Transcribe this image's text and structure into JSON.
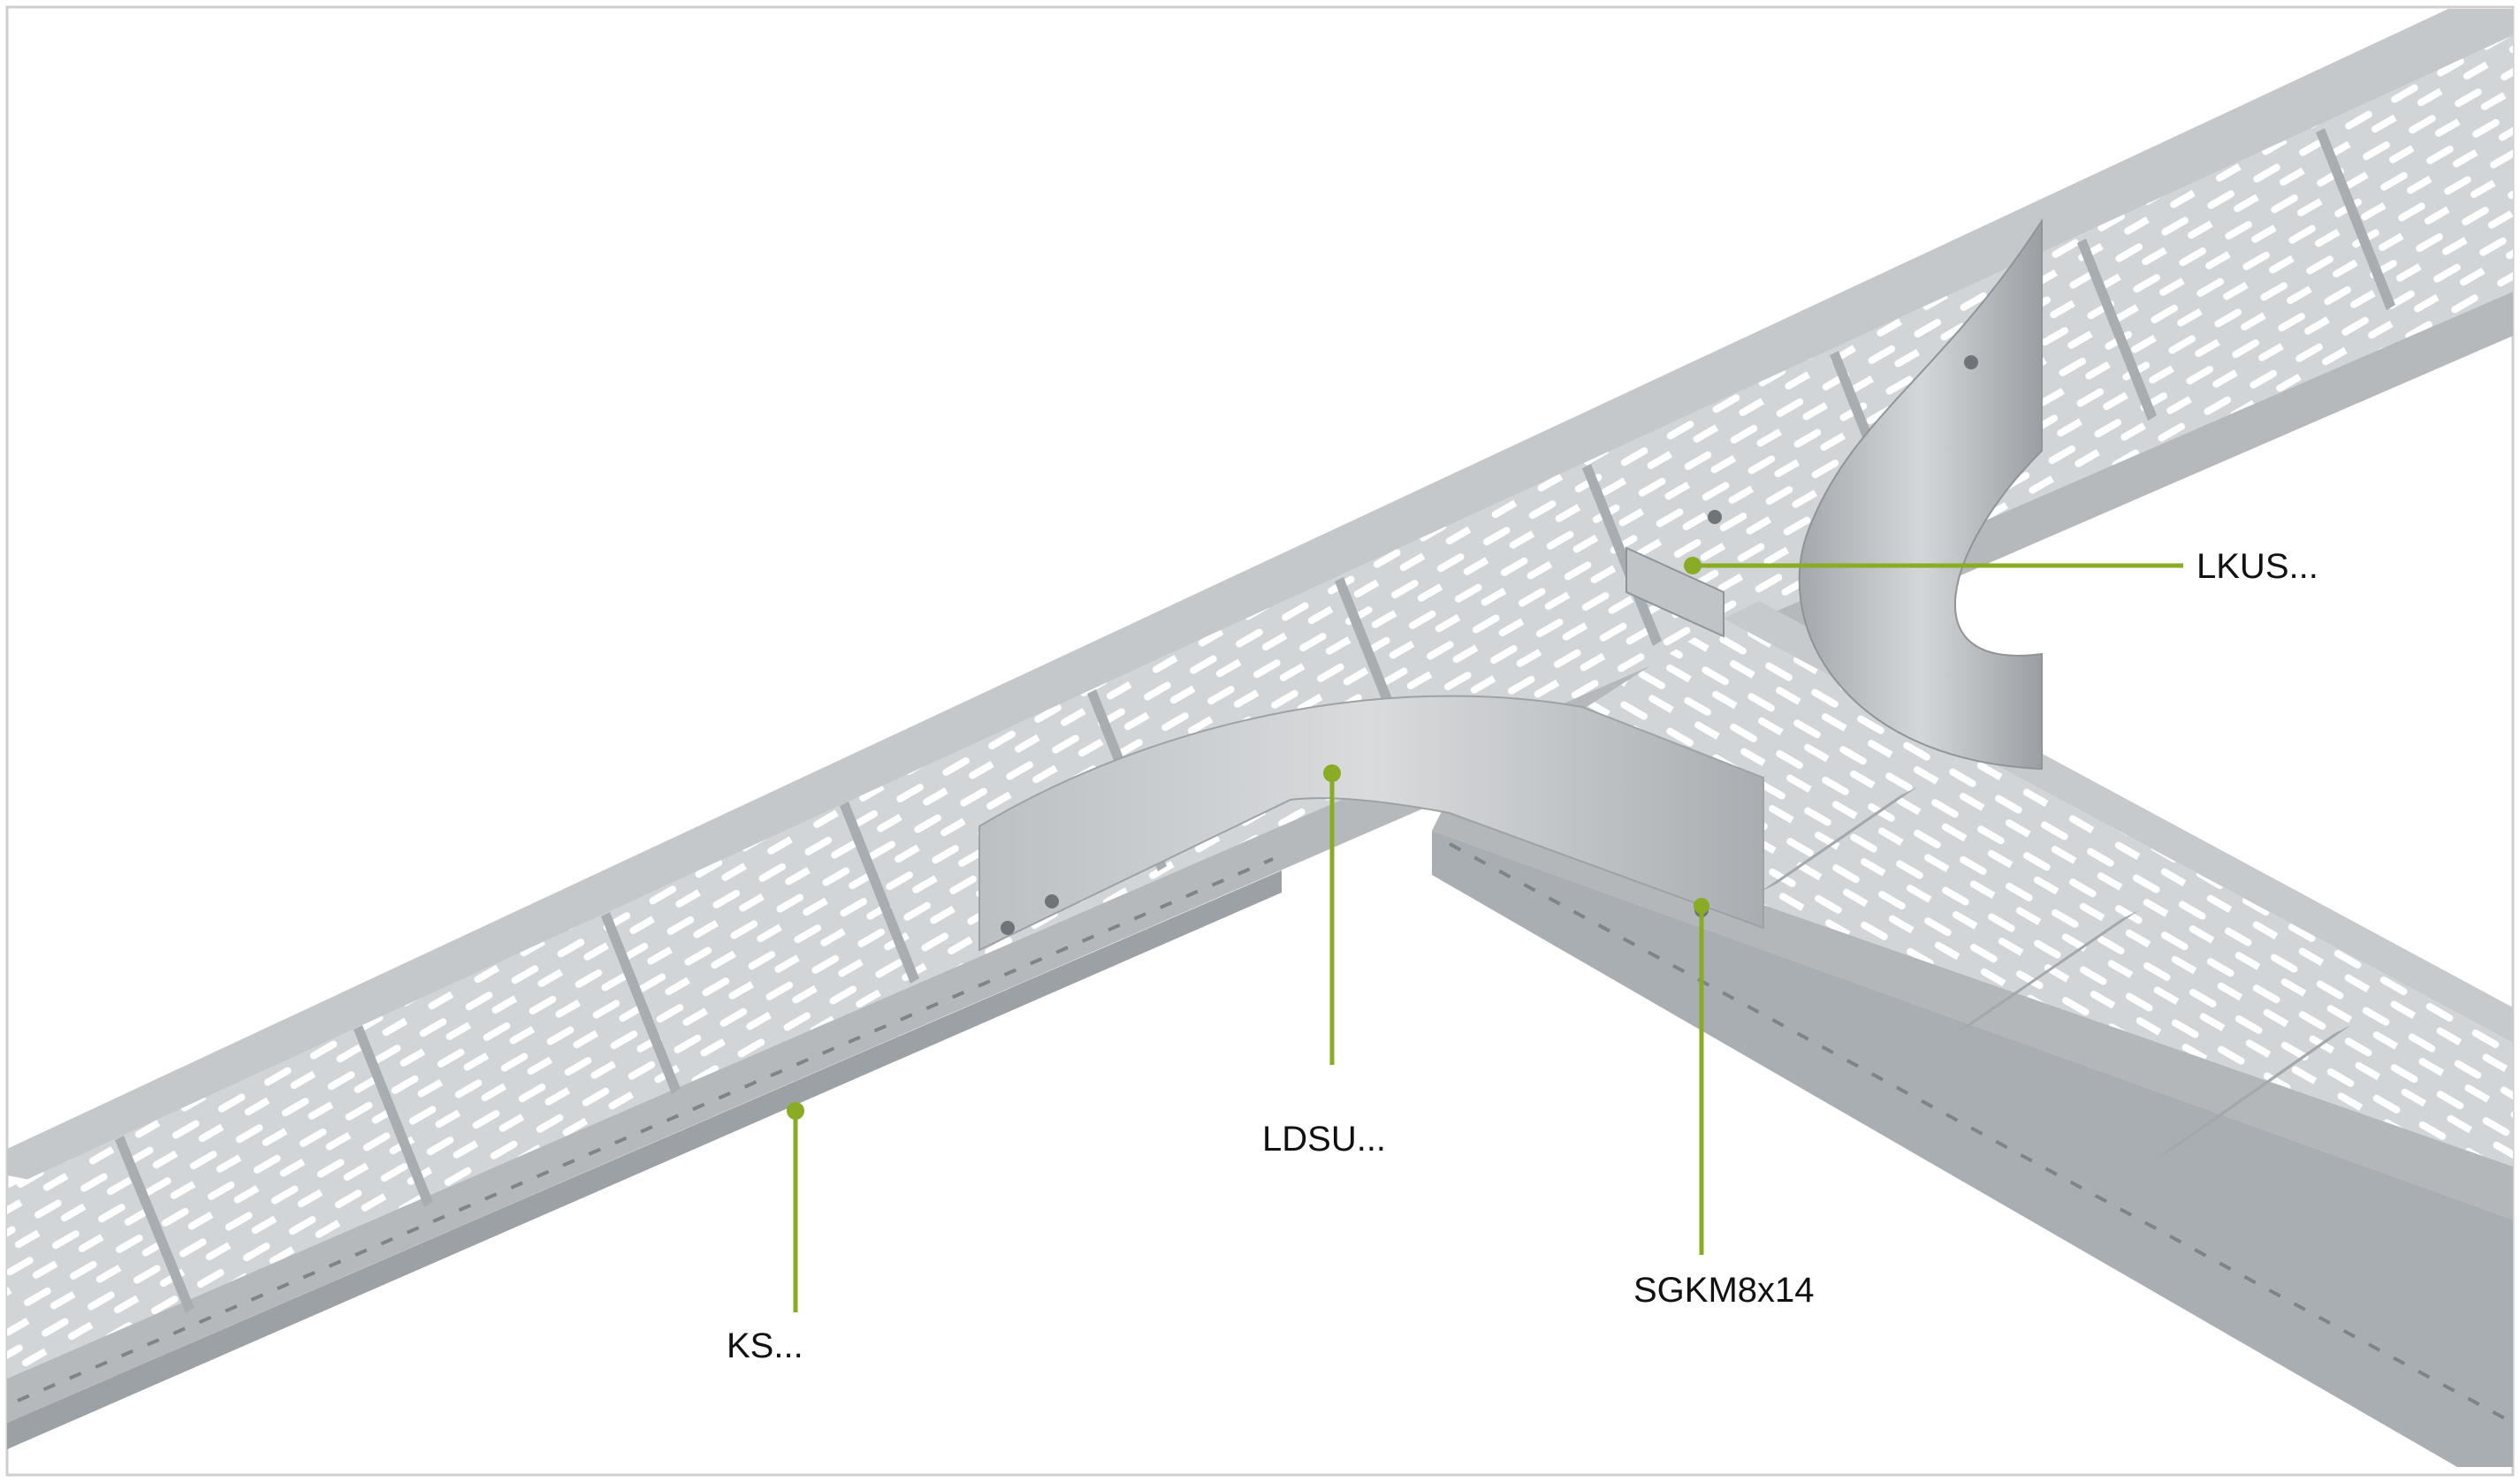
{
  "callouts": {
    "lkus": {
      "label": "LKUS..."
    },
    "ldsu": {
      "label": "LDSU..."
    },
    "sgkm": {
      "label": "SGKM8x14"
    },
    "ks": {
      "label": "KS..."
    }
  },
  "colors": {
    "leader": "#8aab24",
    "steel_light": "#d5d8da",
    "steel_mid": "#b7bbbe",
    "steel_dark": "#8f9498",
    "border": "#cfcfcf",
    "text": "#111111"
  },
  "icons": {
    "tray": "perforated-cable-tray",
    "tee_cover": "curved-tee-cover",
    "riser_plate": "curved-riser-plate",
    "bolt": "bolt-nut"
  }
}
